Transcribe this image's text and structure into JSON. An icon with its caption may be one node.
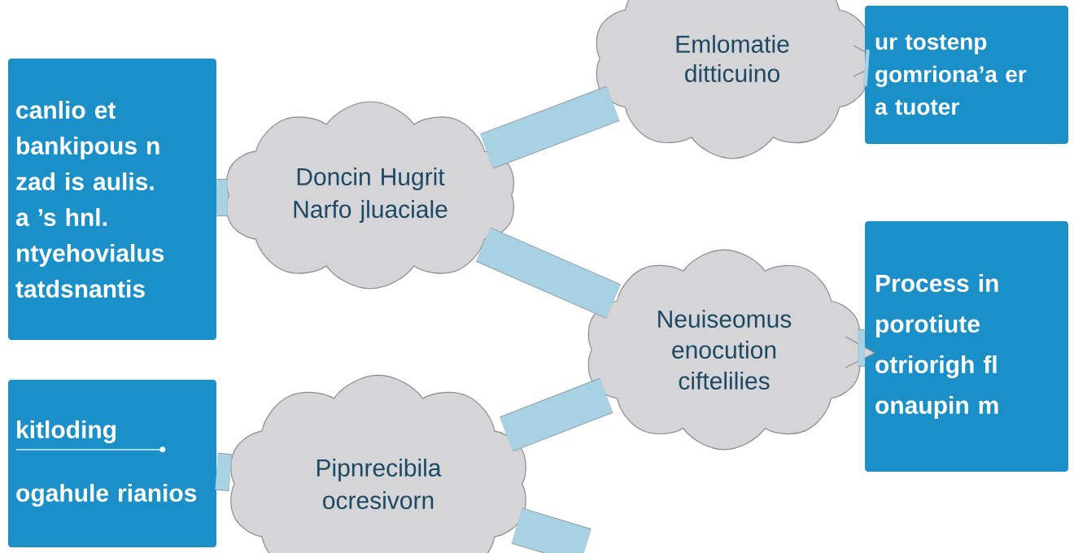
{
  "diagram": {
    "nodes": [
      {
        "text": [
          "Emlomatie ditticuino"
        ]
      },
      {
        "text": [
          "ur tostenp gomriona’a er a tuoter"
        ]
      },
      {
        "text": [
          "canlio et bankipous n zad is aulis. a ’s hnl. ntyehovialus tatdsnantis"
        ]
      },
      {
        "text": [
          "Doncin Hugrit Narfo jluaciale"
        ]
      },
      {
        "text": [
          "Process in porotiute otriorigh fl onaupin m"
        ]
      },
      {
        "text": [
          "Neuiseomus enocution ciftelilies"
        ]
      },
      {
        "text": [
          "kitloding",
          "ogahule rianios"
        ]
      },
      {
        "text": [
          "Pipnrecibila ocresivorn"
        ]
      }
    ],
    "edges": [
      {
        "from": 2,
        "to": 3,
        "arrow": "none"
      },
      {
        "from": 3,
        "to": 0,
        "arrow": "none"
      },
      {
        "from": 0,
        "to": 1,
        "arrow": "none"
      },
      {
        "from": 3,
        "to": 5,
        "arrow": "none"
      },
      {
        "from": 5,
        "to": 4,
        "arrow": "none"
      },
      {
        "from": 6,
        "to": 7,
        "arrow": "none"
      },
      {
        "from": 7,
        "to": 5,
        "arrow": "none"
      },
      {
        "from": 7,
        "to": null,
        "arrow": "none"
      }
    ]
  }
}
